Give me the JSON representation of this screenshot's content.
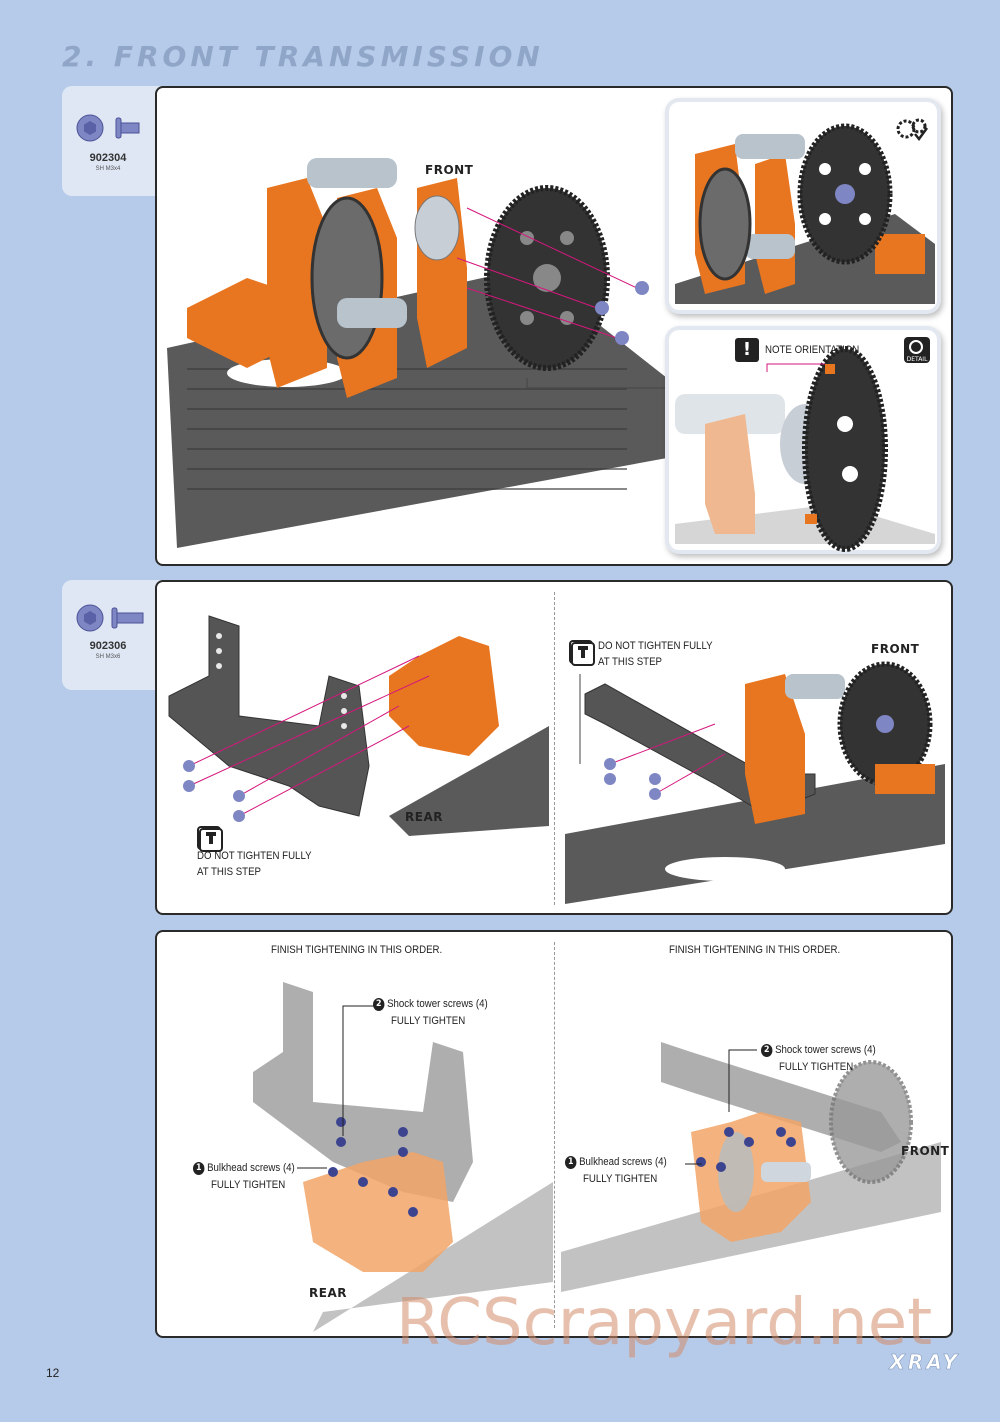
{
  "section": {
    "title": "2. FRONT TRANSMISSION"
  },
  "steps": [
    {
      "part": {
        "number": "902304",
        "desc": "SH M3x4"
      },
      "labels": {
        "front": "FRONT",
        "note_orientation": "NOTE ORIENTATION",
        "detail_icon": "DETAIL"
      }
    },
    {
      "part": {
        "number": "902306",
        "desc": "SH M3x6"
      },
      "labels": {
        "left_warning_line1": "DO NOT TIGHTEN FULLY",
        "left_warning_line2": "AT THIS STEP",
        "rear": "REAR",
        "right_warning_line1": "DO NOT TIGHTEN FULLY",
        "right_warning_line2": "AT THIS STEP",
        "front": "FRONT"
      }
    },
    {
      "left": {
        "heading": "FINISH TIGHTENING IN THIS ORDER.",
        "shock_num": "2",
        "shock_label": "Shock tower screws (4)",
        "shock_action": "FULLY TIGHTEN",
        "bulk_num": "1",
        "bulk_label": "Bulkhead screws (4)",
        "bulk_action": "FULLY TIGHTEN",
        "rear": "REAR"
      },
      "right": {
        "heading": "FINISH TIGHTENING IN THIS ORDER.",
        "shock_num": "2",
        "shock_label": "Shock tower screws (4)",
        "shock_action": "FULLY TIGHTEN",
        "bulk_num": "1",
        "bulk_label": "Bulkhead screws (4)",
        "bulk_action": "FULLY TIGHTEN",
        "front": "FRONT"
      }
    }
  ],
  "footer": {
    "page": "12",
    "brand": "XRAY",
    "watermark": "RCScrapyard.net"
  },
  "colors": {
    "background": "#b6cbe9",
    "orange": "#e8751f",
    "carbon": "#555555",
    "screw": "#7f86c4",
    "magenta": "#d4177d"
  },
  "icons": [
    "screw-icon",
    "gear-settings-icon",
    "detail-zoom-icon",
    "warning-icon",
    "hex-key-icon"
  ]
}
